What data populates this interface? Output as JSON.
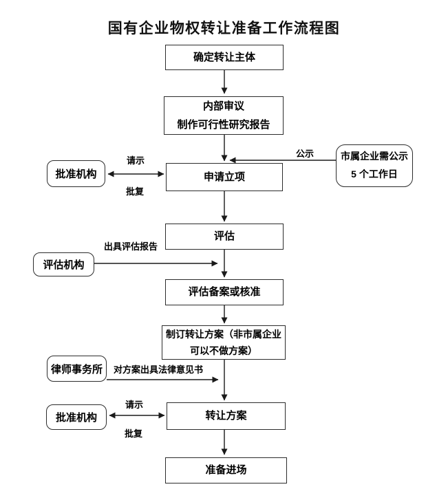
{
  "title": "国有企业物权转让准备工作流程图",
  "flow": {
    "determine_subject": "确定转让主体",
    "internal_review_line1": "内部审议",
    "internal_review_line2": "制作可行性研究报告",
    "apply_project": "申请立项",
    "evaluate": "评估",
    "evaluation_filing": "评估备案或核准",
    "draft_plan_line1": "制订转让方案（非市属企业",
    "draft_plan_line2": "可以不做方案）",
    "transfer_plan": "转让方案",
    "prepare_entry": "准备进场"
  },
  "side_boxes": {
    "approval_org_top": "批准机构",
    "evaluation_org": "评估机构",
    "law_firm": "律师事务所",
    "approval_org_bottom": "批准机构",
    "public_notice_line1": "市属企业需公示",
    "public_notice_line2": "5 个工作日"
  },
  "edge_labels": {
    "request_top": "请示",
    "reply_top": "批复",
    "public_notice": "公示",
    "issue_eval_report": "出具评估报告",
    "legal_opinion": "对方案出具法律意见书",
    "request_bottom": "请示",
    "reply_bottom": "批复"
  },
  "colors": {
    "line": "#1a1a1a",
    "box_border": "#2b2b2b",
    "text": "#000000",
    "background": "#ffffff"
  }
}
